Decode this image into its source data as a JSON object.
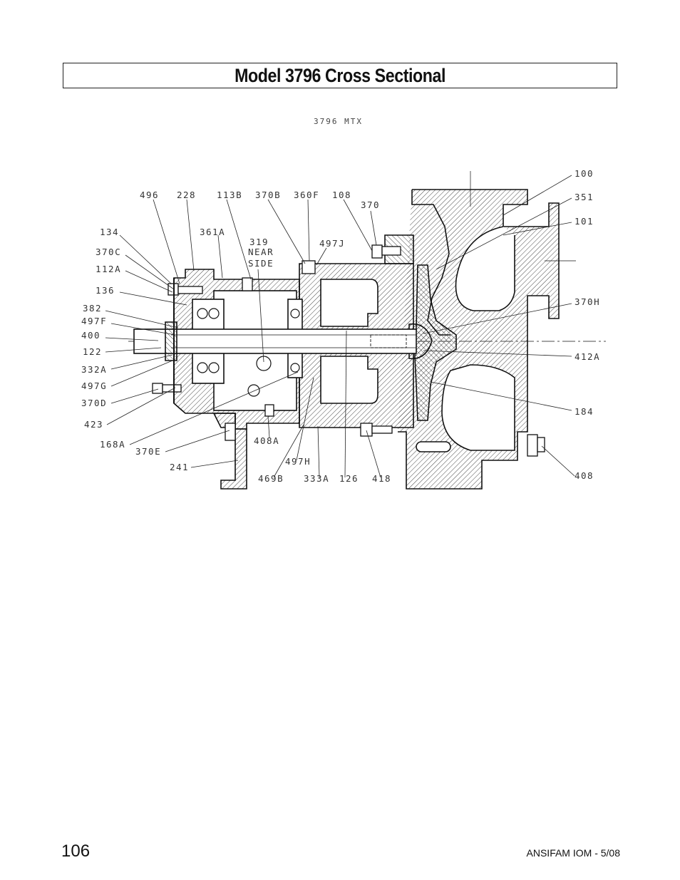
{
  "page": {
    "title": "Model 3796 Cross Sectional",
    "page_number": "106",
    "footer_ref": "ANSIFAM IOM - 5/08"
  },
  "drawing": {
    "caption": "3796 MTX",
    "labels": {
      "l496": "496",
      "l228": "228",
      "l113b": "113B",
      "l370b": "370B",
      "l360f": "360F",
      "l108": "108",
      "l370": "370",
      "l134": "134",
      "l361a": "361A",
      "l319": "319",
      "l319b": "NEAR",
      "l319c": "SIDE",
      "l497j": "497J",
      "l370c": "370C",
      "l112a": "112A",
      "l136": "136",
      "l382": "382",
      "l497f": "497F",
      "l400": "400",
      "l122": "122",
      "l332a": "332A",
      "l497g": "497G",
      "l370d": "370D",
      "l423": "423",
      "l168a": "168A",
      "l370e": "370E",
      "l408a": "408A",
      "l241": "241",
      "l497h": "497H",
      "l469b": "469B",
      "l333a": "333A",
      "l126": "126",
      "l418": "418",
      "l100": "100",
      "l351": "351",
      "l101": "101",
      "l370h": "370H",
      "l412a": "412A",
      "l184": "184",
      "l408": "408"
    }
  }
}
